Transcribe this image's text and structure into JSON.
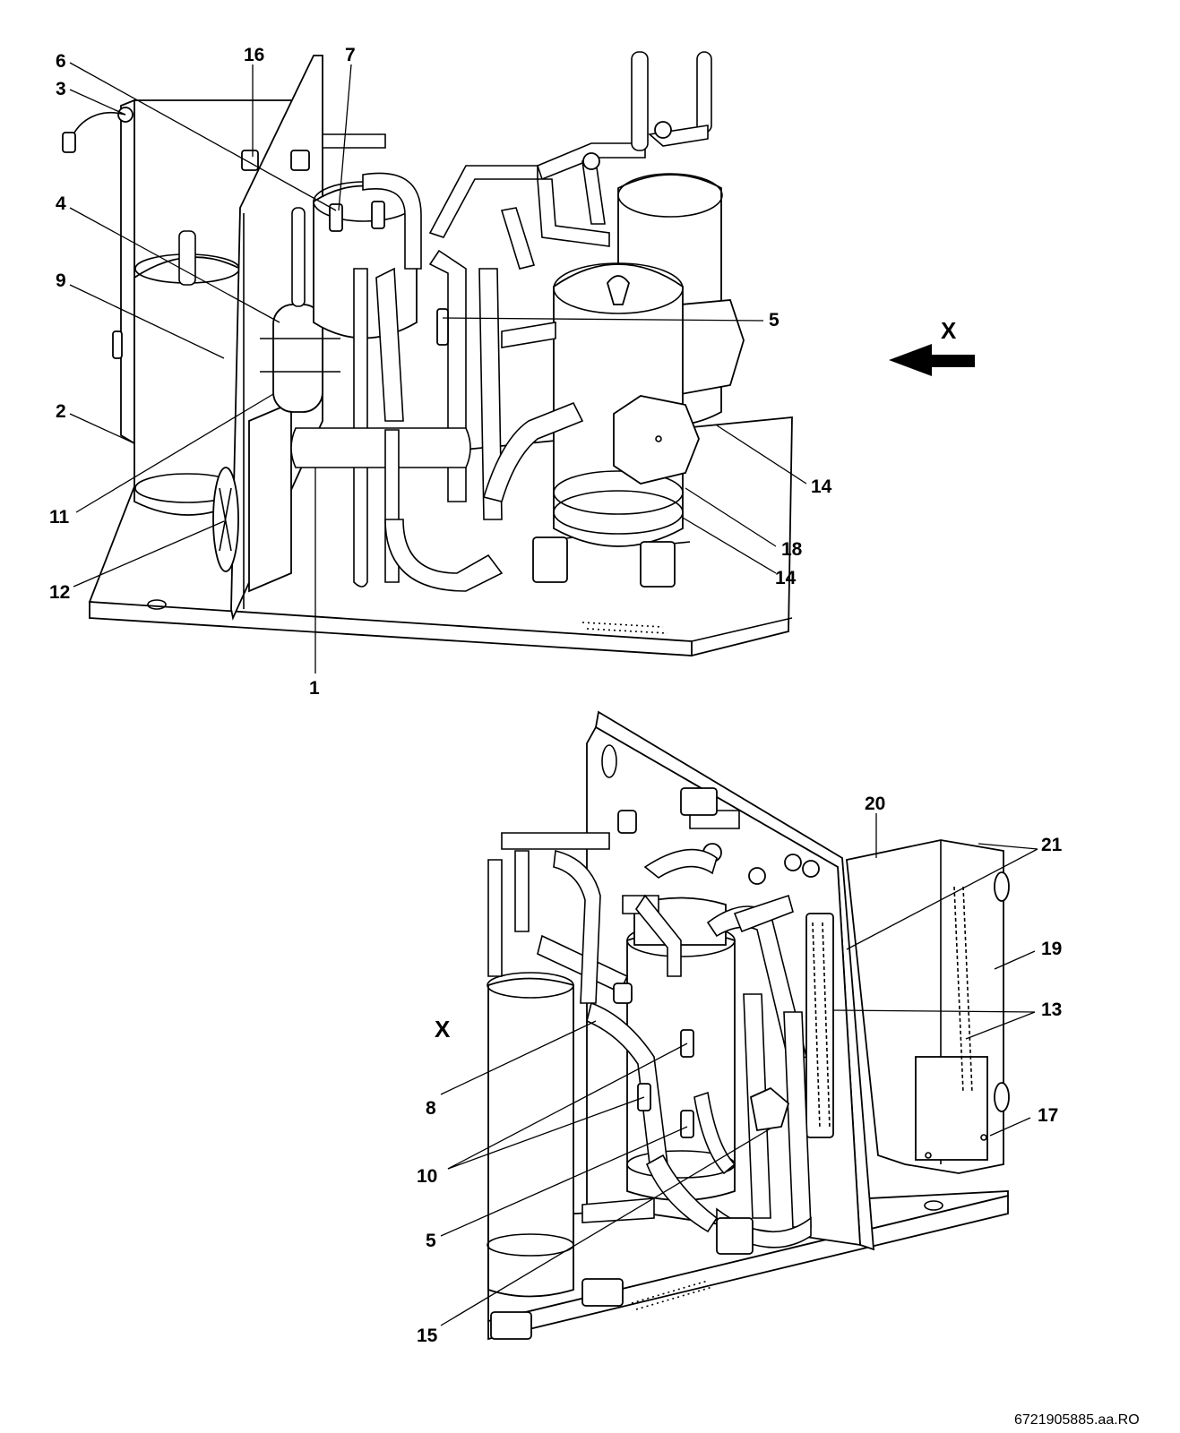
{
  "top_view": {
    "callouts": {
      "c16": "16",
      "c7": "7",
      "c6": "6",
      "c3": "3",
      "c4": "4",
      "c9": "9",
      "c2": "2",
      "c11": "11",
      "c12": "12",
      "c1": "1",
      "c5": "5",
      "c14a": "14",
      "c18": "18",
      "c14b": "14"
    },
    "view_label": "X"
  },
  "bottom_view": {
    "callouts": {
      "c20": "20",
      "c21": "21",
      "c19": "19",
      "c13": "13",
      "c17": "17",
      "c8": "8",
      "c10": "10",
      "c5": "5",
      "c15": "15"
    },
    "view_label": "X"
  },
  "reference_code": "6721905885.aa.RO"
}
